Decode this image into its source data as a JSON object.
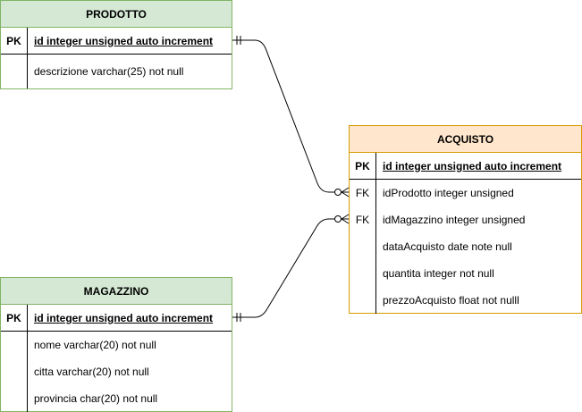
{
  "entities": {
    "prodotto": {
      "title": "PRODOTTO",
      "pk_key": "PK",
      "pk_field": "id integer unsigned auto increment",
      "fields": [
        "descrizione varchar(25) not null"
      ]
    },
    "magazzino": {
      "title": "MAGAZZINO",
      "pk_key": "PK",
      "pk_field": "id integer unsigned auto increment",
      "fields": [
        "nome varchar(20) not null",
        "citta varchar(20) not null",
        "provincia char(20) not null"
      ]
    },
    "acquisto": {
      "title": "ACQUISTO",
      "pk_key": "PK",
      "pk_field": "id integer unsigned auto increment",
      "fk_keys": [
        "FK",
        "FK"
      ],
      "fields": [
        "idProdotto integer unsigned",
        "idMagazzino integer unsigned",
        "dataAcquisto date note null",
        "quantita integer not null",
        "prezzoAcquisto float not nulll"
      ]
    }
  },
  "relationships": [
    {
      "from": "prodotto.id",
      "to": "acquisto.idProdotto",
      "from_cardinality": "one-and-only-one",
      "to_cardinality": "zero-or-many"
    },
    {
      "from": "magazzino.id",
      "to": "acquisto.idMagazzino",
      "from_cardinality": "one-and-only-one",
      "to_cardinality": "zero-or-many"
    }
  ],
  "colors": {
    "green_fill": "#d5e8d4",
    "green_stroke": "#82b366",
    "orange_fill": "#ffe6cc",
    "orange_stroke": "#d79b00"
  }
}
